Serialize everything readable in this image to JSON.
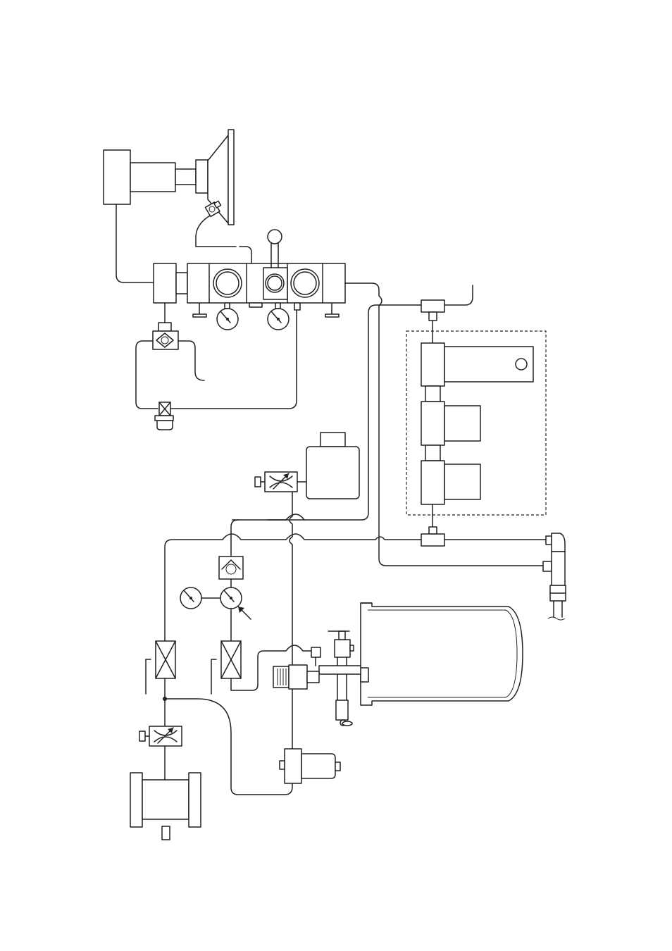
{
  "figure": {
    "type": "pneumatic-hydraulic schematic",
    "line_color": "#231f20",
    "background": "#ffffff",
    "components": [
      "motor-unit",
      "spray-nozzle-head",
      "valve-manifold",
      "control-lever",
      "pressure-gauge",
      "check-valve",
      "shutoff-valve",
      "filter-cup",
      "flow-control-valve",
      "reservoir-tank",
      "tee-fitting",
      "cylinder-stack",
      "elbow-fitting",
      "pressure-vessel",
      "cartridge-heater",
      "pump-cylinder",
      "solenoid-valve"
    ]
  }
}
